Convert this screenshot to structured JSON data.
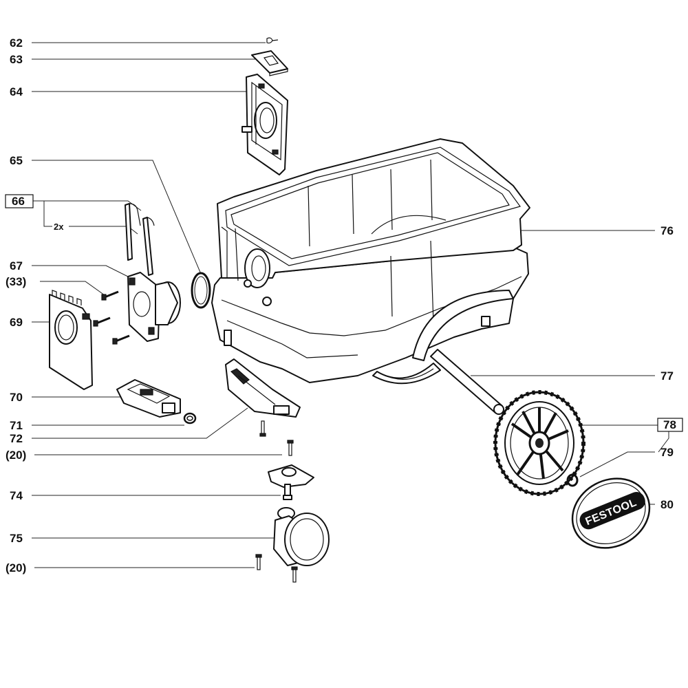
{
  "labels": {
    "p62": "62",
    "p63": "63",
    "p64": "64",
    "p65": "65",
    "p66": "66",
    "qty66": "2x",
    "p67": "67",
    "p33": "(33)",
    "p69": "69",
    "p70": "70",
    "p71": "71",
    "p72": "72",
    "p20a": "(20)",
    "p74": "74",
    "p75": "75",
    "p20b": "(20)",
    "p76": "76",
    "p77": "77",
    "p78": "78",
    "p79": "79",
    "p80": "80"
  },
  "cap_logo": "FESTOOL"
}
